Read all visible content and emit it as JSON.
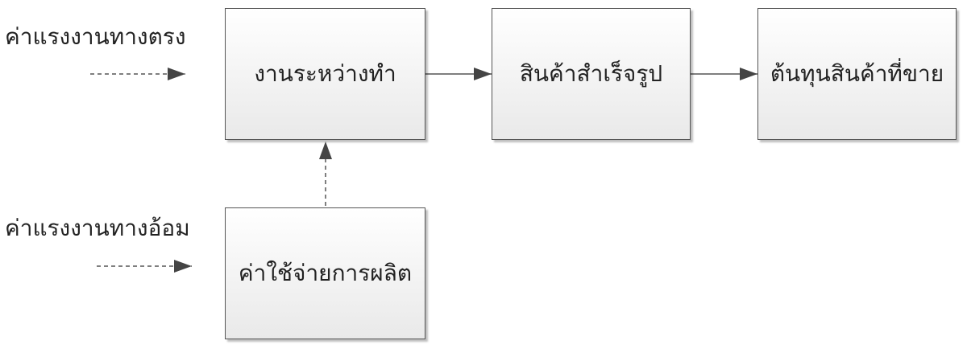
{
  "diagram": {
    "boxes": {
      "work_in_process": "งานระหว่างทำ",
      "finished_goods": "สินค้าสำเร็จรูป",
      "cost_of_goods_sold": "ต้นทุนสินค้าที่ขาย",
      "manufacturing_overhead": "ค่าใช้จ่ายการผลิต"
    },
    "labels": {
      "direct_labor": "ค่าแรงงานทางตรง",
      "indirect_labor": "ค่าแรงงานทางอ้อม"
    }
  }
}
